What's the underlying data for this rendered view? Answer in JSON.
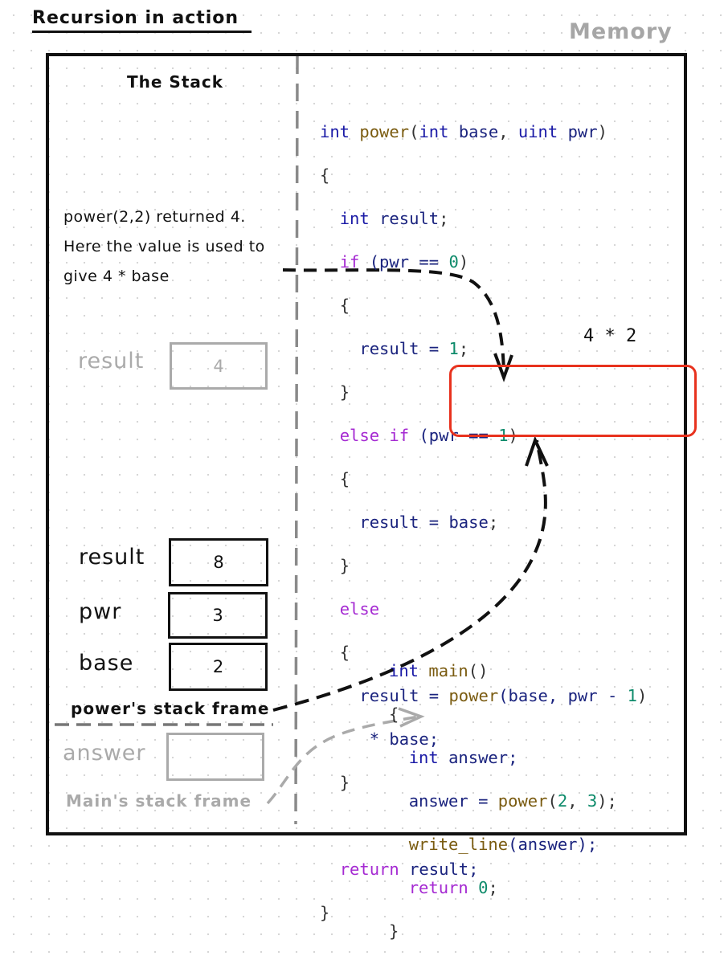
{
  "title": "Recursion in action",
  "memory_label": "Memory",
  "stack_title": "The Stack",
  "note_text": "power(2,2) returned 4. Here the value is used to give 4 * base",
  "annotation": "4 * 2",
  "prev_frame": {
    "label": "result",
    "value": "4"
  },
  "frame": {
    "rows": [
      {
        "label": "result",
        "value": "8"
      },
      {
        "label": "pwr",
        "value": "3"
      },
      {
        "label": "base",
        "value": "2"
      }
    ],
    "caption": "power's stack frame"
  },
  "main_frame": {
    "label": "answer",
    "value": "",
    "caption": "Main's stack frame"
  },
  "power_code": {
    "sig": [
      "int",
      "power",
      "(",
      "int",
      "base",
      ", ",
      "uint",
      "pwr",
      ")"
    ],
    "open": "{",
    "l1": [
      "int",
      "result",
      ";"
    ],
    "l2": [
      "if",
      "(pwr == ",
      "0",
      ")"
    ],
    "l3": "{",
    "l4": [
      "result = ",
      "1",
      ";"
    ],
    "l5": "}",
    "l6": [
      "else if",
      "(pwr == ",
      "1",
      ")"
    ],
    "l7": "{",
    "l8": [
      "result = base",
      ";"
    ],
    "l9": "}",
    "l10": "else",
    "l11": "{",
    "l12": [
      "result = ",
      "power",
      "(base, pwr - ",
      "1",
      ")"
    ],
    "l13": "* base;",
    "l14": "}",
    "l15": [
      "return",
      "result;"
    ],
    "close": "}"
  },
  "main_code": {
    "sig": [
      "int",
      "main",
      "()"
    ],
    "open": "{",
    "l1": [
      "int",
      "answer;"
    ],
    "l2": [
      "answer = ",
      "power",
      "(",
      "2",
      ", ",
      "3",
      ");"
    ],
    "l3": [
      "write_line",
      "(answer);"
    ],
    "l4": [
      "return",
      "0",
      ";"
    ],
    "close": "}"
  }
}
